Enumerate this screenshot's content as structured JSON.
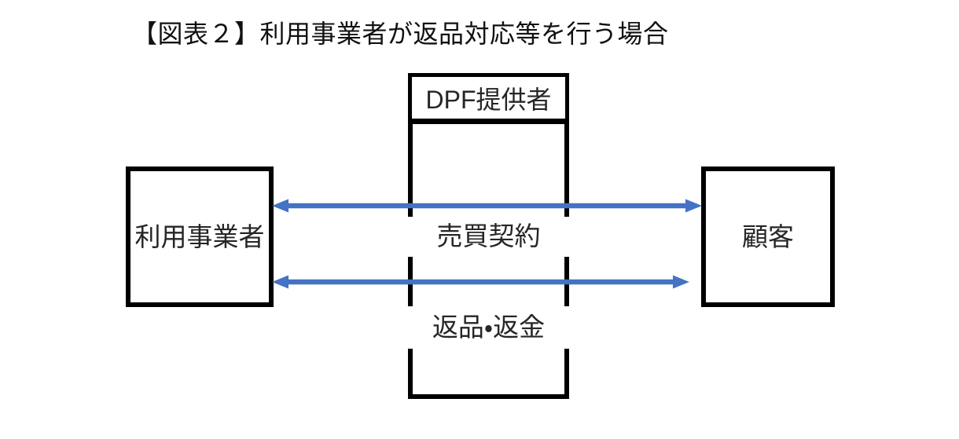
{
  "figure": {
    "title": "【図表２】利用事業者が返品対応等を行う場合",
    "nodes": {
      "dpf_provider": "DPF提供者",
      "business_user": "利用事業者",
      "customer": "顧客"
    },
    "relations": {
      "sales_contract": "売買契約",
      "return_refund": "返品・返金"
    },
    "colors": {
      "arrow": "#4472C4",
      "line": "#000000",
      "text": "#262626"
    }
  }
}
